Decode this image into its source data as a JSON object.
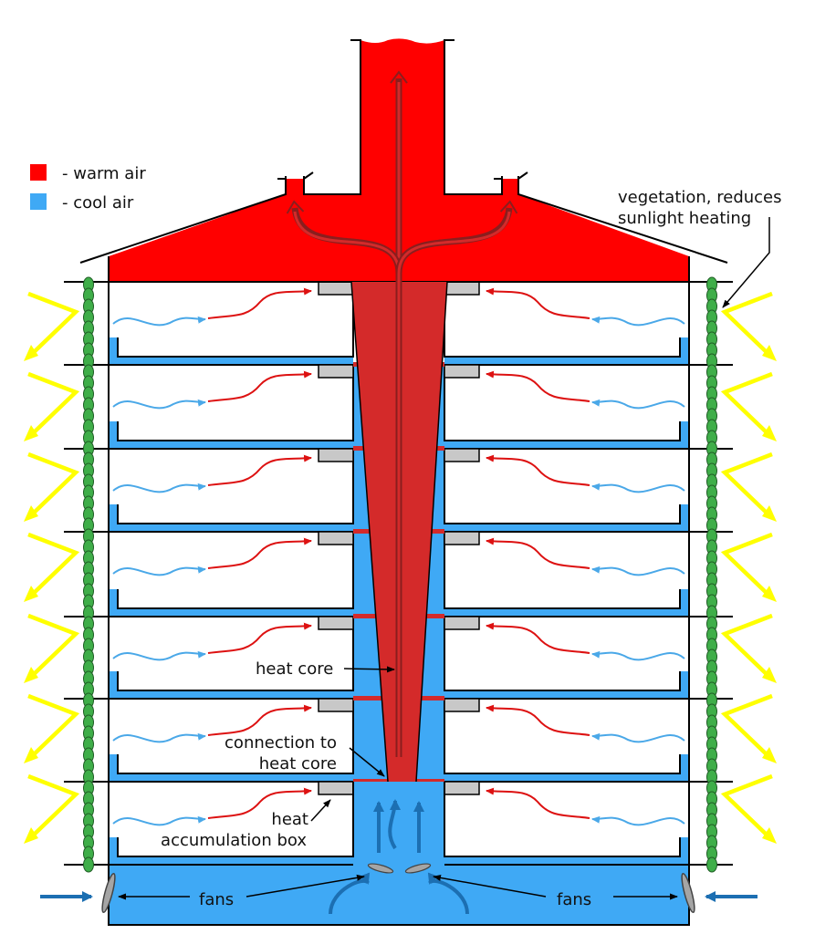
{
  "legend": {
    "items": [
      {
        "label": "- warm air",
        "color": "#ff0000"
      },
      {
        "label": "- cool air",
        "color": "#3fa9f5"
      }
    ]
  },
  "annotations": {
    "vegetation_line1": "vegetation, reduces",
    "vegetation_line2": "sunlight heating",
    "heat_core": "heat core",
    "connection_line1": "connection to",
    "connection_line2": "heat core",
    "heat_box_line1": "heat",
    "heat_box_line2": "accumulation box",
    "fans_left": "fans",
    "fans_right": "fans"
  },
  "colors": {
    "warm_air": "#ff0000",
    "cool_air": "#3fa9f5",
    "heat_core": "#d42a2a",
    "sunlight": "#ffff00",
    "vegetation": "#3fae49",
    "accumulation_box": "#c8c8c8",
    "cool_arrow": "#4aa8e8",
    "warm_arrow": "#dd1111",
    "fan_arrow": "#1c6fb2",
    "outline": "#000000"
  },
  "floors": 7
}
